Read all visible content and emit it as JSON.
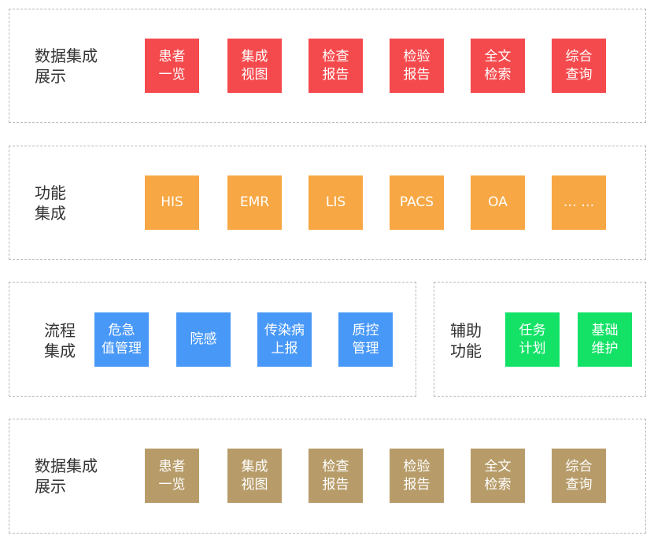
{
  "colors": {
    "red": "#f54a4d",
    "orange": "#f7a743",
    "blue": "#4898f7",
    "green": "#14e267",
    "tan": "#b79c6a",
    "border": "#b8b8b8",
    "text": "#333333"
  },
  "sections": {
    "data_display": {
      "label": [
        "数据集成",
        "展示"
      ],
      "tiles": [
        [
          "患者",
          "一览"
        ],
        [
          "集成",
          "视图"
        ],
        [
          "检查",
          "报告"
        ],
        [
          "检验",
          "报告"
        ],
        [
          "全文",
          "检索"
        ],
        [
          "综合",
          "查询"
        ]
      ]
    },
    "function_integration": {
      "label": [
        "功能",
        "集成"
      ],
      "tiles": [
        [
          "HIS"
        ],
        [
          "EMR"
        ],
        [
          "LIS"
        ],
        [
          "PACS"
        ],
        [
          "OA"
        ],
        [
          "… …"
        ]
      ]
    },
    "process_integration": {
      "label": [
        "流程",
        "集成"
      ],
      "tiles": [
        [
          "危急",
          "值管理"
        ],
        [
          "院感"
        ],
        [
          "传染病",
          "上报"
        ],
        [
          "质控",
          "管理"
        ]
      ]
    },
    "auxiliary": {
      "label": [
        "辅助",
        "功能"
      ],
      "tiles": [
        [
          "任务",
          "计划"
        ],
        [
          "基础",
          "维护"
        ]
      ]
    },
    "data_display_2": {
      "label": [
        "数据集成",
        "展示"
      ],
      "tiles": [
        [
          "患者",
          "一览"
        ],
        [
          "集成",
          "视图"
        ],
        [
          "检查",
          "报告"
        ],
        [
          "检验",
          "报告"
        ],
        [
          "全文",
          "检索"
        ],
        [
          "综合",
          "查询"
        ]
      ]
    }
  }
}
